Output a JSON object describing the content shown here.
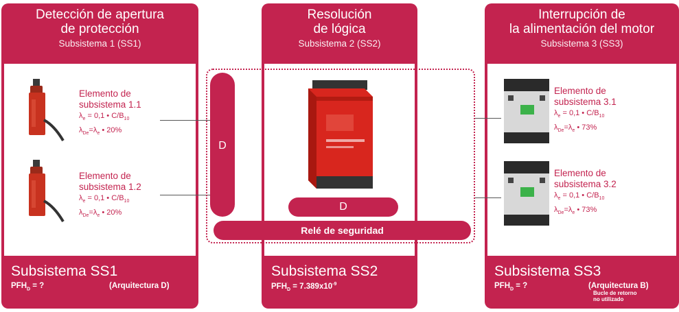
{
  "subsystems": [
    {
      "title": "Detección de apertura\nde protección",
      "subtitle": "Subsistema 1 (SS1)",
      "elements": [
        {
          "name": "Elemento de\nsubsistema 1.1",
          "lambda_e": "= 0,1 • C/B",
          "b_sub": "10",
          "lambda_de": "=",
          "pct": "• 20%"
        },
        {
          "name": "Elemento de\nsubsistema 1.2",
          "lambda_e": "= 0,1 • C/B",
          "b_sub": "10",
          "lambda_de": "=",
          "pct": "• 20%"
        }
      ],
      "footer_title": "Subsistema SS1",
      "pfh": "= ?",
      "architecture": "(Arquitectura D)",
      "note": ""
    },
    {
      "title": "Resolución\nde lógica",
      "subtitle": "Subsistema 2 (SS2)",
      "footer_title": "Subsistema SS2",
      "pfh": "= 7.389x10",
      "pfh_exp": "-9"
    },
    {
      "title": "Interrupción de\nla alimentación del motor",
      "subtitle": "Subsistema 3 (SS3)",
      "elements": [
        {
          "name": "Elemento de\nsubsistema 3.1",
          "lambda_e": "= 0,1 • C/B",
          "b_sub": "10",
          "lambda_de": "=",
          "pct": "• 73%"
        },
        {
          "name": "Elemento de\nsubsistema 3.2",
          "lambda_e": "= 0,1 • C/B",
          "b_sub": "10",
          "lambda_de": "=",
          "pct": "• 73%"
        }
      ],
      "footer_title": "Subsistema SS3",
      "pfh": "= ?",
      "architecture": "(Arquitectura B)",
      "note": "Bucle de retorno\nno utilizado"
    }
  ],
  "diagnostics_label": "D",
  "relay_label": "Relé de seguridad",
  "symbols": {
    "pfh": "PFH",
    "pfh_sub": "D",
    "lambda": "λ",
    "e": "e",
    "de": "De"
  },
  "colors": {
    "accent": "#c3234f",
    "switch_red": "#c8321f",
    "relay_red": "#d8261e",
    "contactor": "#d8d8d8"
  }
}
